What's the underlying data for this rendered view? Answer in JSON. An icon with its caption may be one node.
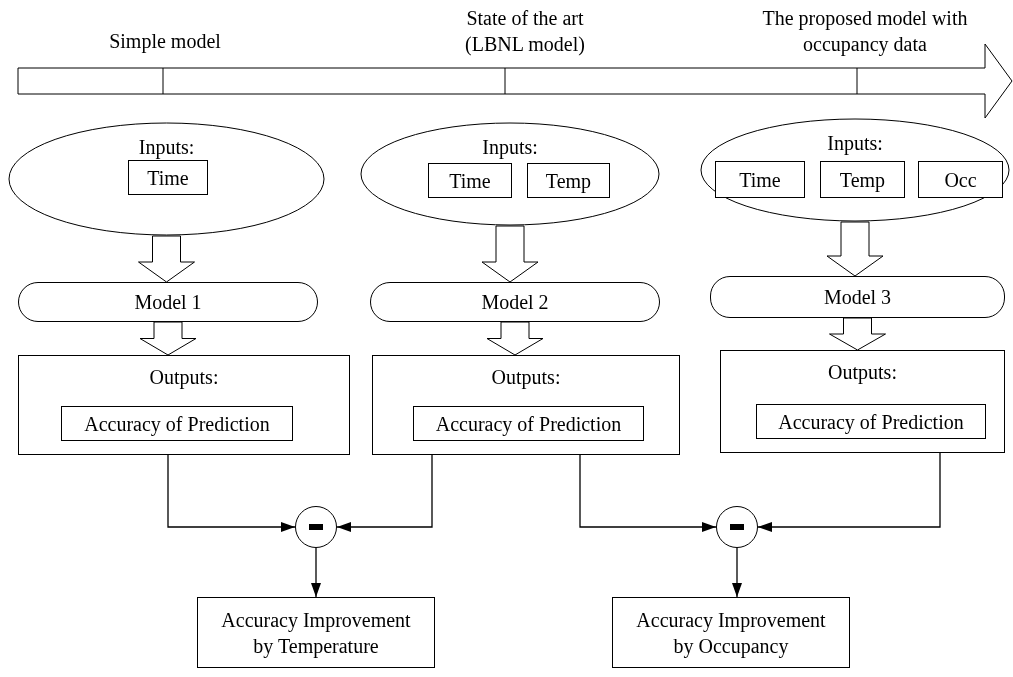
{
  "diagram": {
    "nodes": [
      {
        "text": [
          "Inputs:"
        ]
      },
      {
        "text": [
          "Time"
        ],
        "in": 0
      },
      {
        "text": [
          "Inputs:"
        ]
      },
      {
        "text": [
          "Time"
        ],
        "in": 2
      },
      {
        "text": [
          "Temp"
        ],
        "in": 2
      },
      {
        "text": [
          "Inputs:"
        ]
      },
      {
        "text": [
          "Time"
        ],
        "in": 5
      },
      {
        "text": [
          "Temp"
        ],
        "in": 5
      },
      {
        "text": [
          "Occ"
        ],
        "in": 5
      },
      {
        "text": [
          "Model 1"
        ]
      },
      {
        "text": [
          "Model 2"
        ]
      },
      {
        "text": [
          "Model 3"
        ]
      },
      {
        "text": [
          "Outputs:"
        ]
      },
      {
        "text": [
          "Accuracy of Prediction"
        ],
        "in": 12
      },
      {
        "text": [
          "Outputs:"
        ]
      },
      {
        "text": [
          "Accuracy of Prediction"
        ],
        "in": 14
      },
      {
        "text": [
          "Outputs:"
        ]
      },
      {
        "text": [
          "Accuracy of Prediction"
        ],
        "in": 16
      },
      {
        "text": [],
        "shape": "circle"
      },
      {
        "text": [],
        "shape": "circle"
      },
      {
        "text": [
          "Accuracy Improvement by Temperature"
        ]
      },
      {
        "text": [
          "Accuracy Improvement by Occupancy"
        ]
      }
    ],
    "edges": [
      {
        "from": 0,
        "to": 9,
        "arrow": "to",
        "style": "thick"
      },
      {
        "from": 9,
        "to": 12,
        "arrow": "to",
        "style": "thick"
      },
      {
        "from": 2,
        "to": 10,
        "arrow": "to",
        "style": "thick"
      },
      {
        "from": 10,
        "to": 14,
        "arrow": "to",
        "style": "thick"
      },
      {
        "from": 5,
        "to": 11,
        "arrow": "to",
        "style": "thick"
      },
      {
        "from": 11,
        "to": 16,
        "arrow": "to",
        "style": "thick"
      },
      {
        "from": 12,
        "to": 18,
        "arrow": "to"
      },
      {
        "from": 14,
        "to": 18,
        "arrow": "to"
      },
      {
        "from": 18,
        "to": 20,
        "arrow": "to"
      },
      {
        "from": 14,
        "to": 19,
        "arrow": "to"
      },
      {
        "from": 16,
        "to": 19,
        "arrow": "to"
      },
      {
        "from": 19,
        "to": 21,
        "arrow": "to"
      }
    ],
    "labels": [
      "Simple model",
      "State of the art (LBNL model)",
      "The proposed model with occupancy data"
    ]
  }
}
